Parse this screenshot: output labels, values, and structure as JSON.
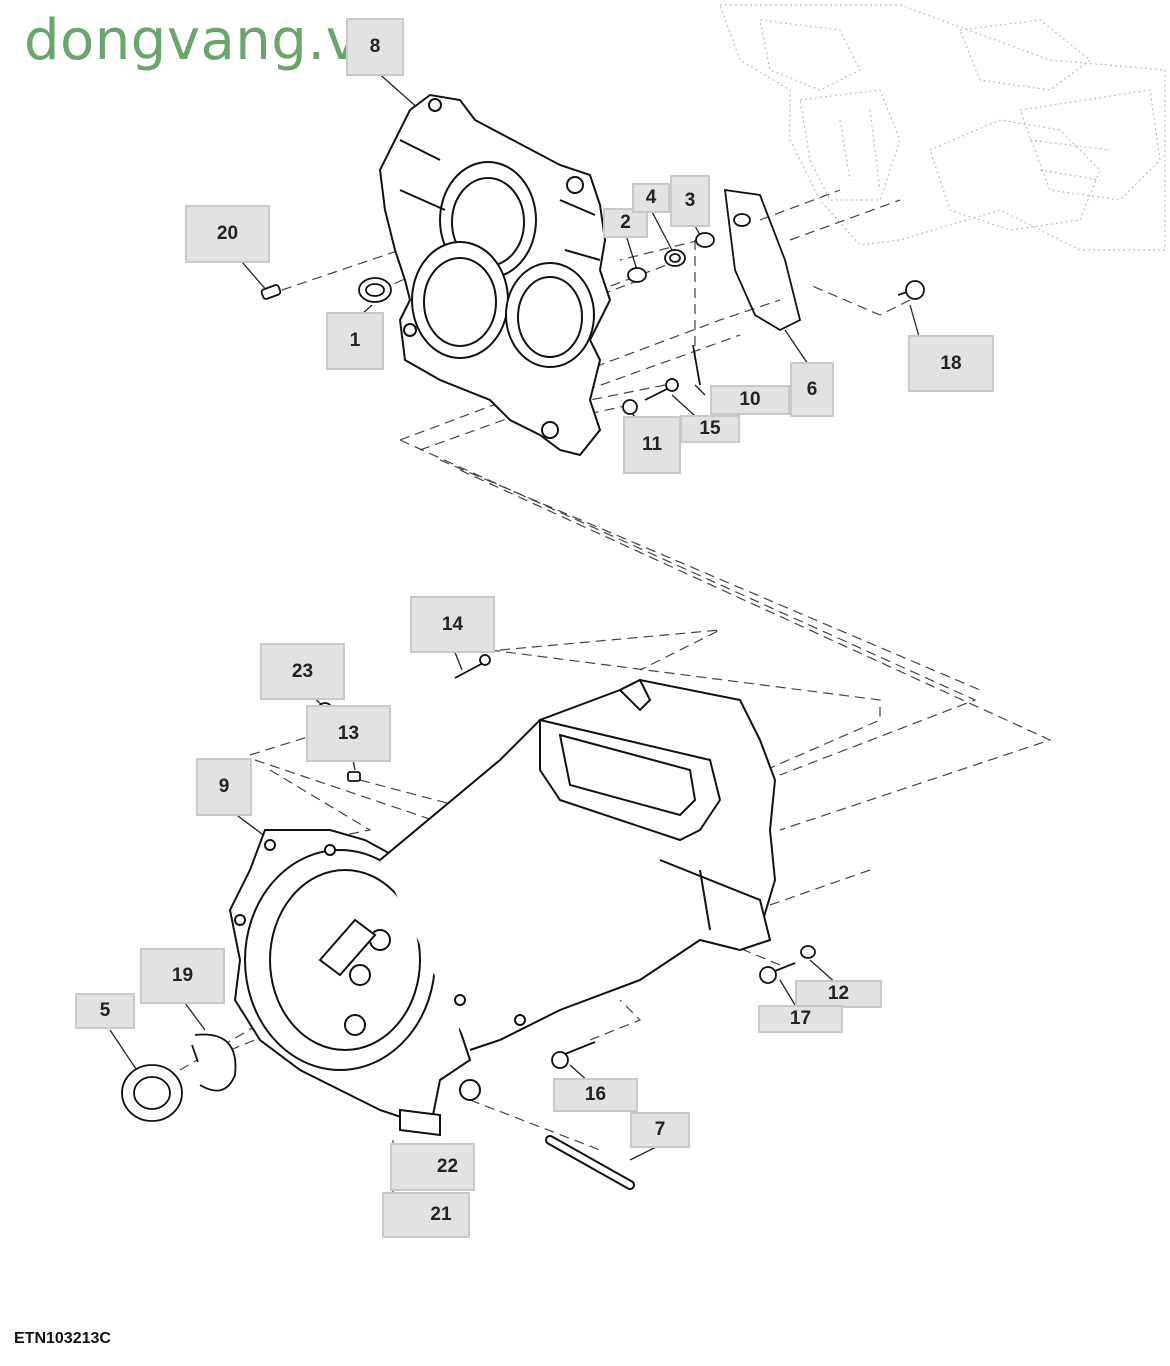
{
  "watermark": "dongvang.vn",
  "figure_id": "ETN103213C",
  "callouts": {
    "c1": "1",
    "c2": "2",
    "c3": "3",
    "c4": "4",
    "c5": "5",
    "c6": "6",
    "c7": "7",
    "c8": "8",
    "c9": "9",
    "c10": "10",
    "c11": "11",
    "c12": "12",
    "c13": "13",
    "c14": "14",
    "c15": "15",
    "c16": "16",
    "c17": "17",
    "c18": "18",
    "c19": "19",
    "c20": "20",
    "c21": "21",
    "c22": "22",
    "c23": "23"
  },
  "colors": {
    "watermark": "#6aa56e",
    "callout_bg": "#e2e2e2",
    "line": "#222222"
  }
}
